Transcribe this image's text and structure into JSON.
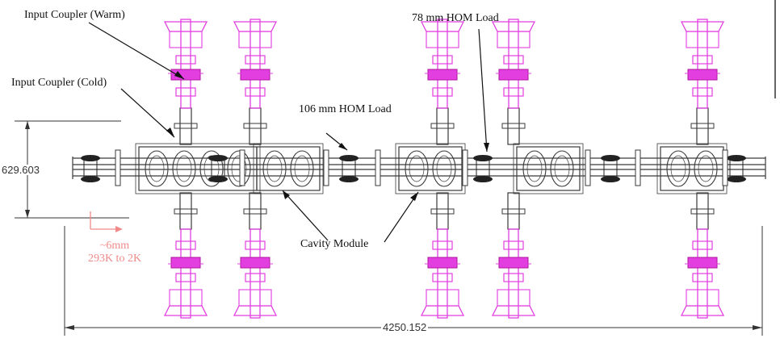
{
  "labels": {
    "input_coupler_warm": "Input Coupler (Warm)",
    "input_coupler_cold": "Input Coupler (Cold)",
    "hom_load_78": "78 mm HOM Load",
    "hom_load_106": "106 mm HOM Load",
    "cavity_module": "Cavity Module"
  },
  "dimensions": {
    "height": "629.603",
    "length": "4250.152"
  },
  "thermal_shift": {
    "amount": "~6mm",
    "range": "293K to 2K"
  },
  "colors": {
    "coupler": "#e23ee0",
    "coupler_dark": "#b0169f",
    "structure": "#3a3a3a",
    "thermal": "#f08a8a",
    "leader": "#111111"
  }
}
